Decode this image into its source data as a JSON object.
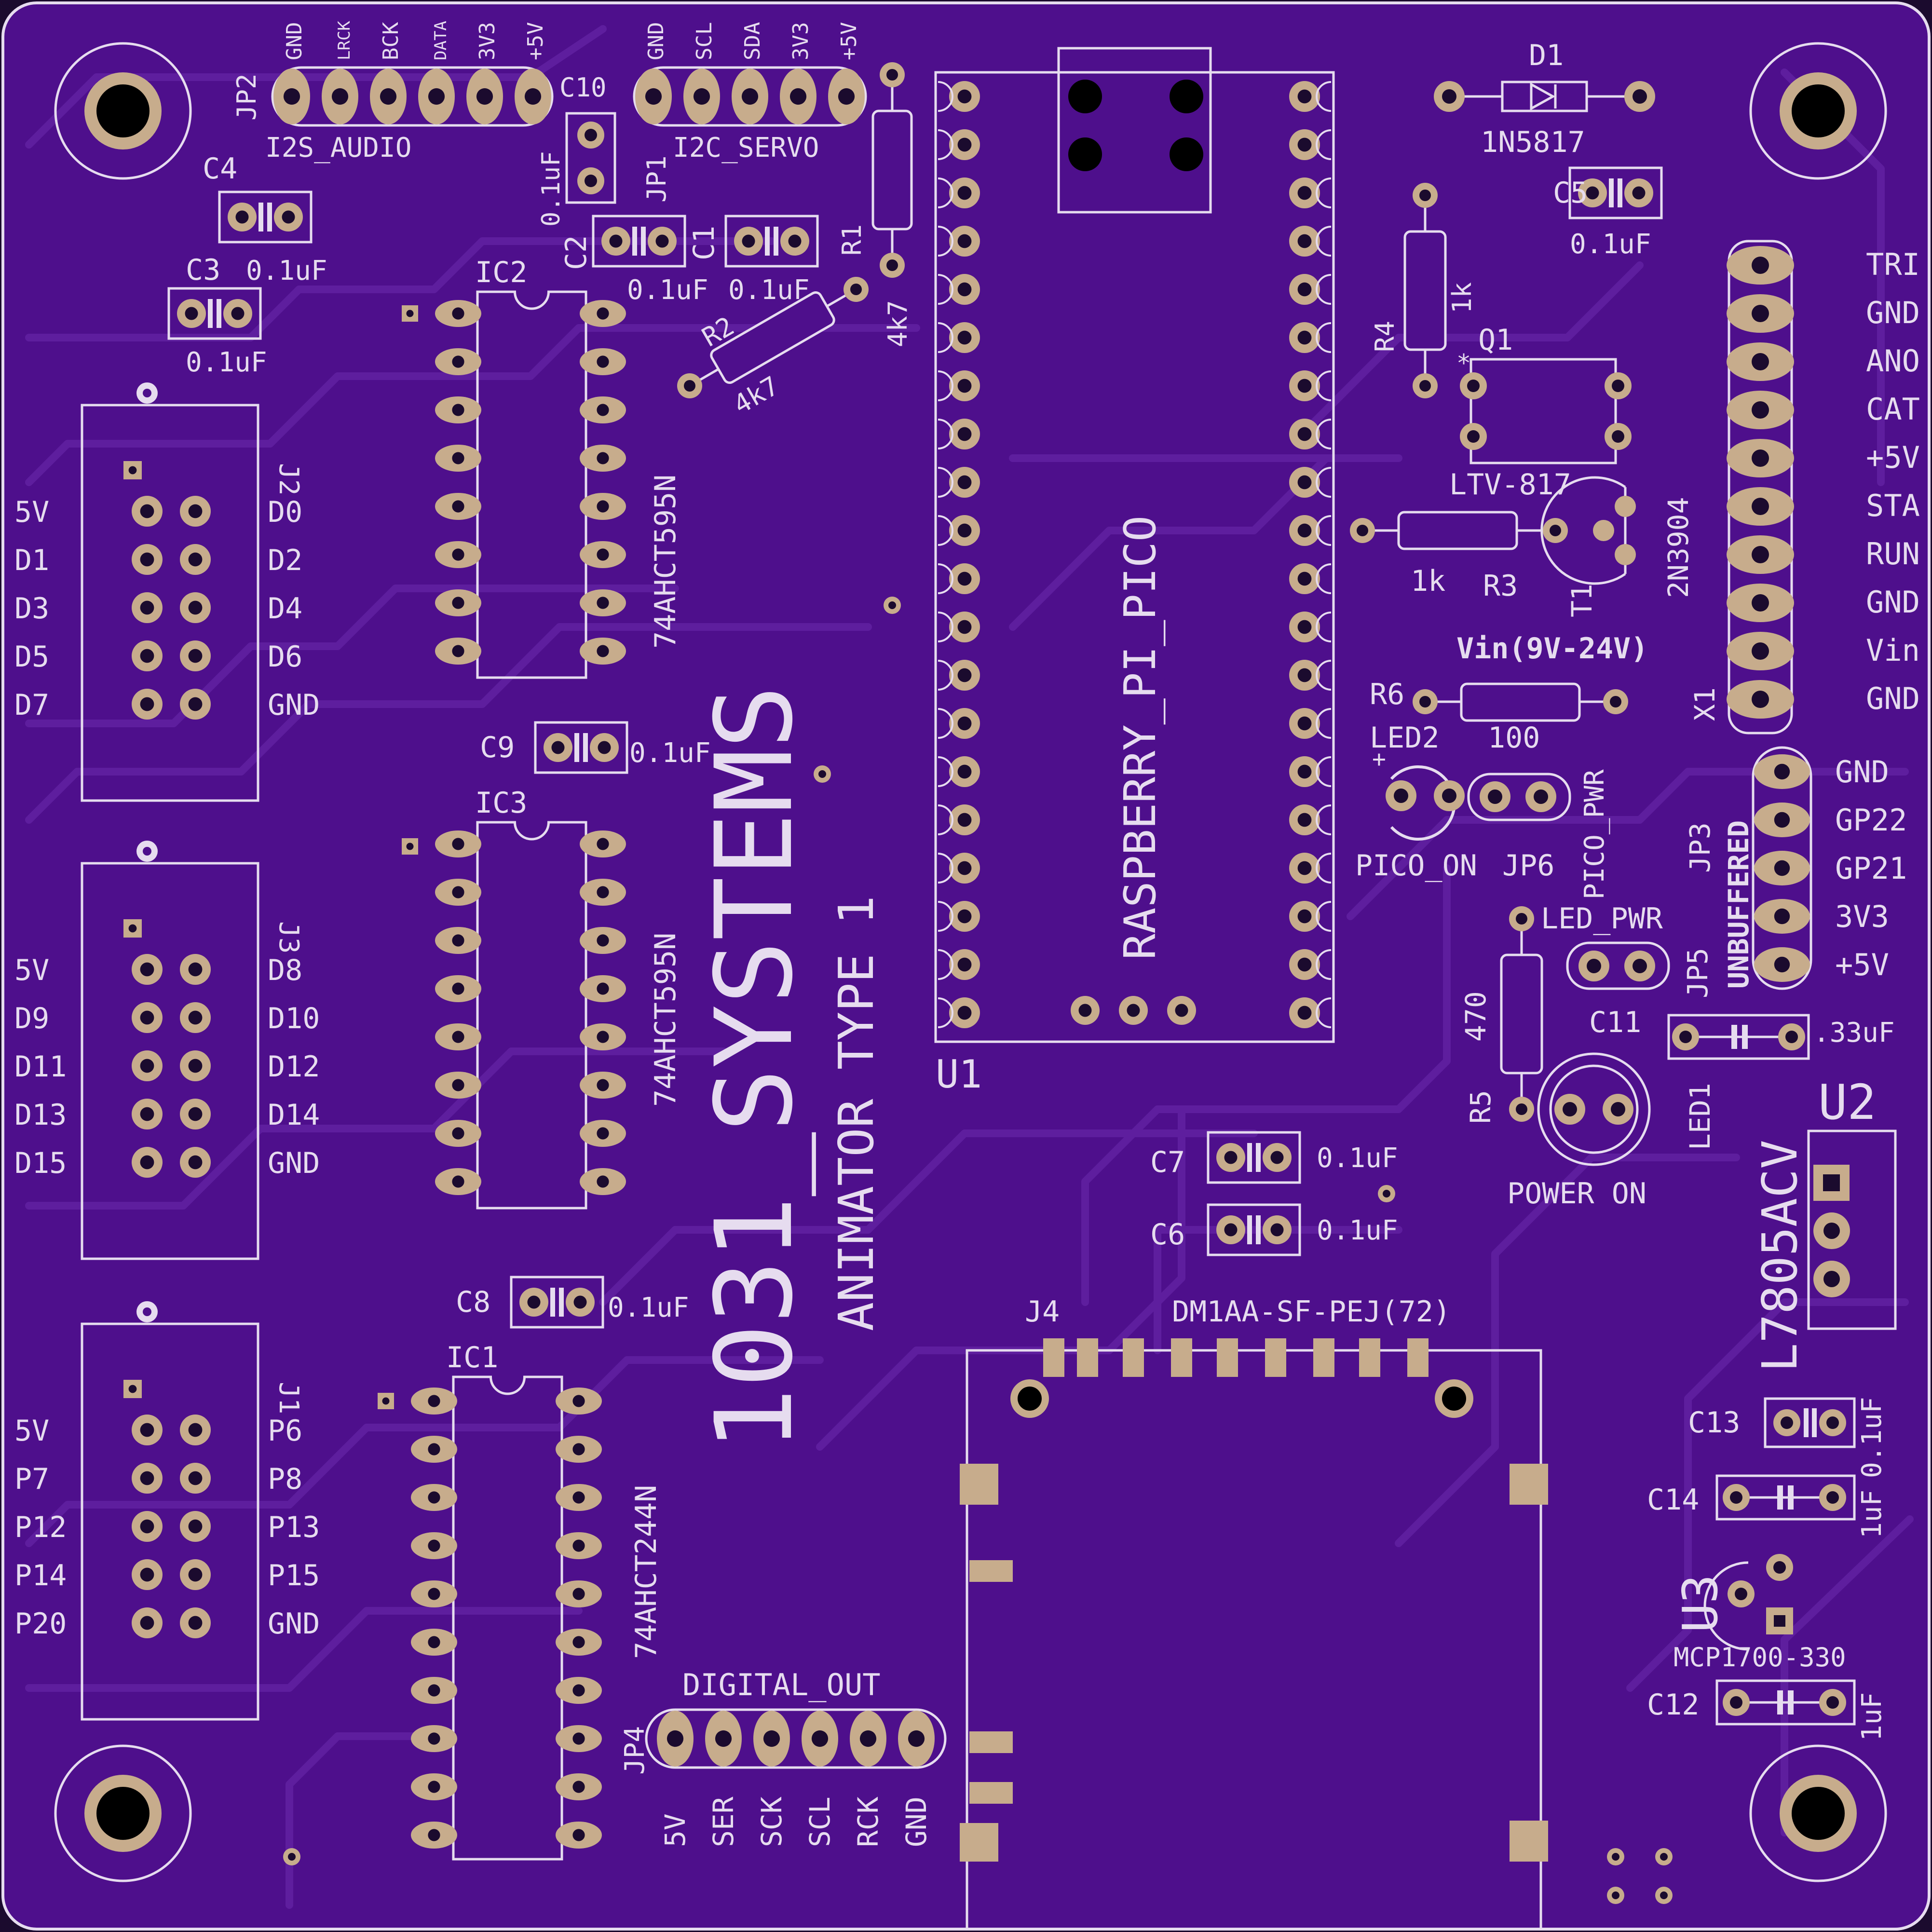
{
  "board": {
    "colors": {
      "substrate": "#4e0f8c",
      "trace": "#5e1e9e",
      "silk": "#e6dcef",
      "pad": "#c7ac8c",
      "edge": "#1b0b2e"
    },
    "brand": "1031_SYSTEMS",
    "subtitle": "ANIMATOR TYPE 1"
  },
  "jp2": {
    "ref": "JP2",
    "name": "I2S_AUDIO",
    "pins": [
      "GND",
      "LRCK",
      "BCK",
      "DATA",
      "3V3",
      "+5V"
    ]
  },
  "jp1": {
    "ref": "JP1",
    "name": "I2C_SERVO",
    "pins": [
      "GND",
      "SCL",
      "SDA",
      "3V3",
      "+5V"
    ]
  },
  "caps": {
    "c1": {
      "ref": "C1",
      "val": "0.1uF"
    },
    "c2": {
      "ref": "C2",
      "val": "0.1uF"
    },
    "c3": {
      "ref": "C3",
      "val": "0.1uF"
    },
    "c4": {
      "ref": "C4",
      "val": "0.1uF"
    },
    "c5": {
      "ref": "C5",
      "val": "0.1uF"
    },
    "c6": {
      "ref": "C6",
      "val": "0.1uF"
    },
    "c7": {
      "ref": "C7",
      "val": "0.1uF"
    },
    "c8": {
      "ref": "C8",
      "val": "0.1uF"
    },
    "c9": {
      "ref": "C9",
      "val": "0.1uF"
    },
    "c10": {
      "ref": "C10",
      "val": "0.1uF"
    },
    "c11": {
      "ref": "C11",
      "val": ".33uF"
    },
    "c12": {
      "ref": "C12",
      "val": "1uF"
    },
    "c13": {
      "ref": "C13",
      "val": "0.1uF"
    },
    "c14": {
      "ref": "C14",
      "val": "1uF"
    }
  },
  "res": {
    "r1": {
      "ref": "R1",
      "val": "4k7"
    },
    "r2": {
      "ref": "R2",
      "val": "4k7"
    },
    "r3": {
      "ref": "R3",
      "val": "1k"
    },
    "r4": {
      "ref": "R4",
      "val": "1k"
    },
    "r5": {
      "ref": "R5",
      "val": "470"
    },
    "r6": {
      "ref": "R6",
      "val": "100"
    }
  },
  "d1": {
    "ref": "D1",
    "val": "1N5817"
  },
  "q1": {
    "ref": "Q1",
    "val": "LTV-817"
  },
  "t1": {
    "ref": "T1",
    "val": "2N3904"
  },
  "ic1": {
    "ref": "IC1",
    "val": "74AHCT244N"
  },
  "ic2": {
    "ref": "IC2",
    "val": "74AHCT595N"
  },
  "ic3": {
    "ref": "IC3",
    "val": "74AHCT595N"
  },
  "u1": {
    "ref": "U1",
    "val": "RASPBERRY_PI_PICO"
  },
  "u2": {
    "ref": "U2",
    "val": "L7805ACV"
  },
  "u3": {
    "ref": "U3",
    "val": "MCP1700-330"
  },
  "j1": {
    "ref": "J1",
    "left": [
      "5V",
      "P7",
      "P12",
      "P14",
      "P20"
    ],
    "right": [
      "P6",
      "P8",
      "P13",
      "P15",
      "GND"
    ]
  },
  "j2": {
    "ref": "J2",
    "left": [
      "5V",
      "D1",
      "D3",
      "D5",
      "D7"
    ],
    "right": [
      "D0",
      "D2",
      "D4",
      "D6",
      "GND"
    ]
  },
  "j3": {
    "ref": "J3",
    "left": [
      "5V",
      "D9",
      "D11",
      "D13",
      "D15"
    ],
    "right": [
      "D8",
      "D10",
      "D12",
      "D14",
      "GND"
    ]
  },
  "j4": {
    "ref": "J4",
    "val": "DM1AA-SF-PEJ(72)"
  },
  "x1": {
    "ref": "X1",
    "pins": [
      "TRI",
      "GND",
      "ANO",
      "CAT",
      "+5V",
      "STA",
      "RUN",
      "GND",
      "Vin",
      "GND"
    ]
  },
  "jp3": {
    "ref": "JP3",
    "name": "UNBUFFERED",
    "pins": [
      "GND",
      "GP22",
      "GP21",
      "3V3",
      "+5V"
    ]
  },
  "jp4": {
    "ref": "JP4",
    "name": "DIGITAL_OUT",
    "pins": [
      "5V",
      "SER",
      "SCK",
      "SCL",
      "RCK",
      "GND"
    ]
  },
  "jp5": {
    "ref": "JP5",
    "name": "LED_PWR"
  },
  "jp6": {
    "ref": "JP6",
    "name": "PICO_PWR"
  },
  "led1": {
    "ref": "LED1",
    "name": "POWER ON"
  },
  "led2": {
    "ref": "LED2",
    "name": "PICO_ON"
  },
  "vin_label": "Vin(9V-24V)"
}
